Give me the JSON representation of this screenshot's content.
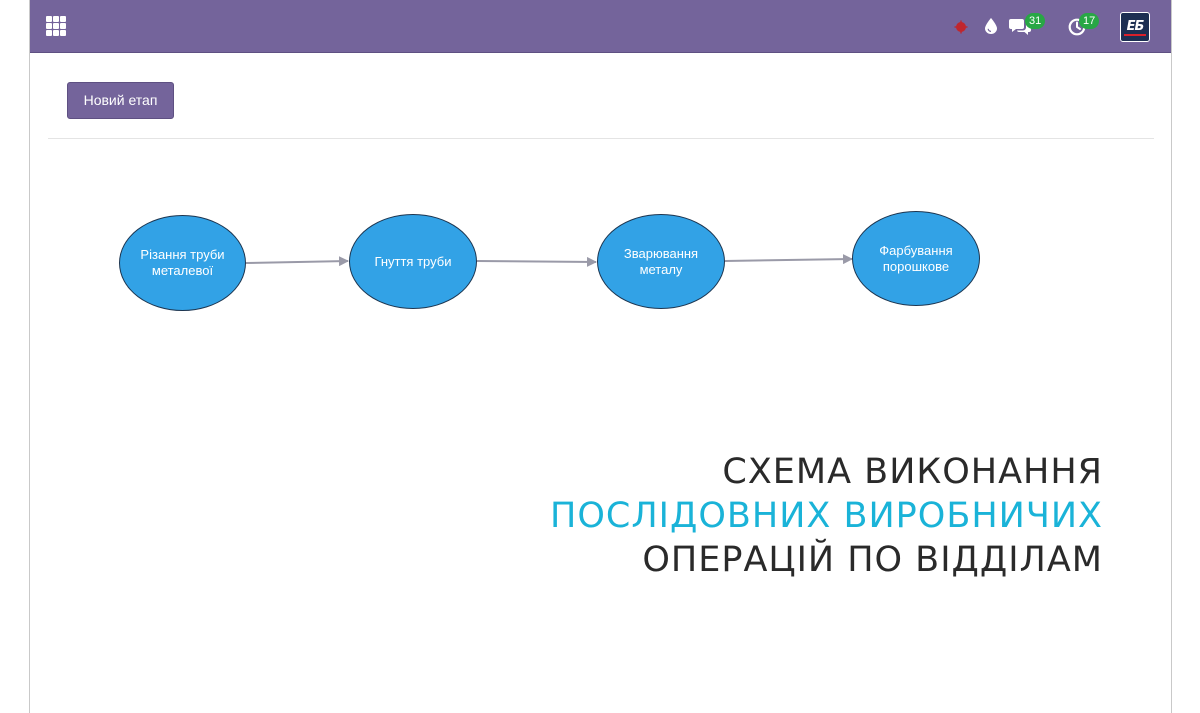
{
  "colors": {
    "navbar": "#74649b",
    "node_fill": "#32a2e6",
    "node_border": "#1c3550",
    "edge": "#9a9aa8",
    "badge": "#28a745",
    "headline_dark": "#2a2a2a",
    "headline_accent": "#1ab3d8"
  },
  "navbar": {
    "apps_icon": "apps-grid-icon",
    "systray": {
      "status_icon": "red-dot-icon",
      "drop_icon": "water-drop-icon",
      "messages_icon": "chat-bubbles-icon",
      "messages_count": "31",
      "activities_icon": "clock-icon",
      "activities_count": "17",
      "avatar_text": "ЕБ"
    }
  },
  "control_panel": {
    "new_stage_label": "Новий етап"
  },
  "flow": {
    "nodes": [
      {
        "id": "n1",
        "label": "Різання труби металевої"
      },
      {
        "id": "n2",
        "label": "Гнуття труби"
      },
      {
        "id": "n3",
        "label": "Зварювання металу"
      },
      {
        "id": "n4",
        "label": "Фарбування порошкове"
      }
    ],
    "edges": [
      {
        "from": "n1",
        "to": "n2"
      },
      {
        "from": "n2",
        "to": "n3"
      },
      {
        "from": "n3",
        "to": "n4"
      }
    ]
  },
  "headline": {
    "line1": "СХЕМА ВИКОНАННЯ",
    "line2": "ПОСЛІДОВНИХ ВИРОБНИЧИХ",
    "line3": "ОПЕРАЦІЙ ПО ВІДДІЛАМ"
  }
}
